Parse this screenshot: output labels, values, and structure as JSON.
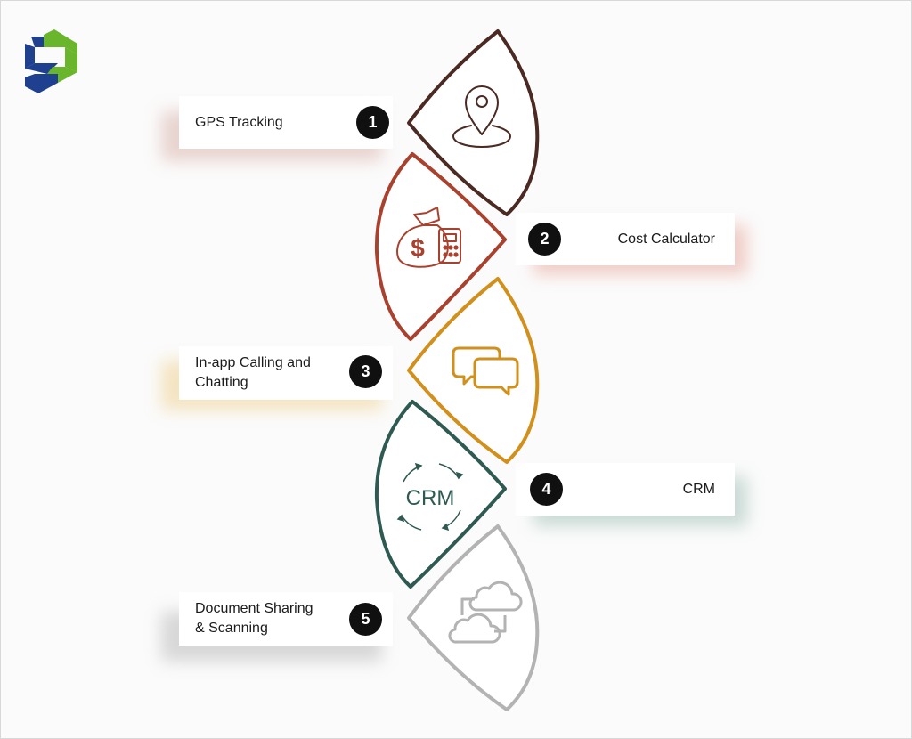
{
  "steps": [
    {
      "number": "1",
      "label": "GPS Tracking",
      "icon": "map-pin-icon",
      "color": "#4a2a22"
    },
    {
      "number": "2",
      "label": "Cost Calculator",
      "icon": "money-bag-calculator-icon",
      "color": "#a8422f"
    },
    {
      "number": "3",
      "label": "In-app Calling and Chatting",
      "label_lines": [
        "In-app Calling and",
        "Chatting"
      ],
      "icon": "chat-bubbles-icon",
      "color": "#d18f1c"
    },
    {
      "number": "4",
      "label": "CRM",
      "icon": "crm-cycle-icon",
      "icon_text": "CRM",
      "color": "#2e5a52"
    },
    {
      "number": "5",
      "label": "Document Sharing & Scanning",
      "label_lines": [
        "Document Sharing",
        "& Scanning"
      ],
      "icon": "cloud-sync-icon",
      "color": "#b3b3b3"
    }
  ],
  "colors": {
    "logo_blue": "#1f3f8f",
    "logo_green": "#69b52b"
  }
}
